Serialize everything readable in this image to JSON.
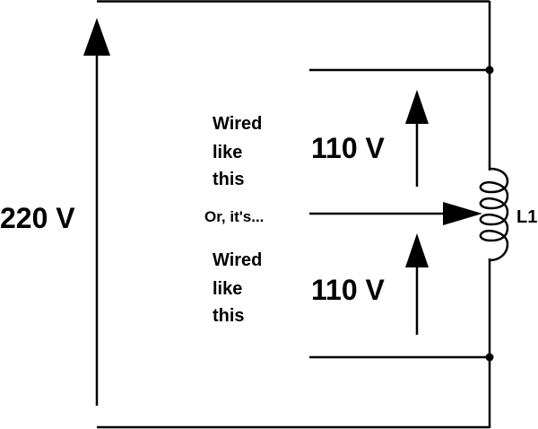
{
  "labels": {
    "supply_voltage": "220 V",
    "upper_voltage": "110 V",
    "lower_voltage": "110 V",
    "coil": "L1",
    "center_tap": "Or, it's..."
  },
  "notes": {
    "upper": [
      "Wired",
      "like",
      "this"
    ],
    "lower": [
      "Wired",
      "like",
      "this"
    ]
  }
}
